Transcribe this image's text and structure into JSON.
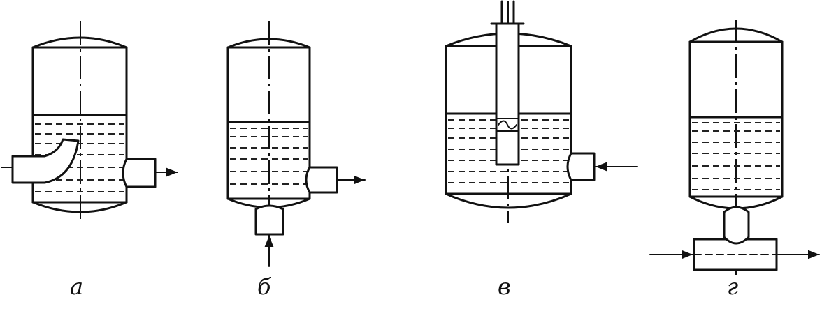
{
  "figures": [
    {
      "id": "a",
      "label": "а"
    },
    {
      "id": "b",
      "label": "б"
    },
    {
      "id": "v",
      "label": "в"
    },
    {
      "id": "g",
      "label": "г"
    }
  ]
}
